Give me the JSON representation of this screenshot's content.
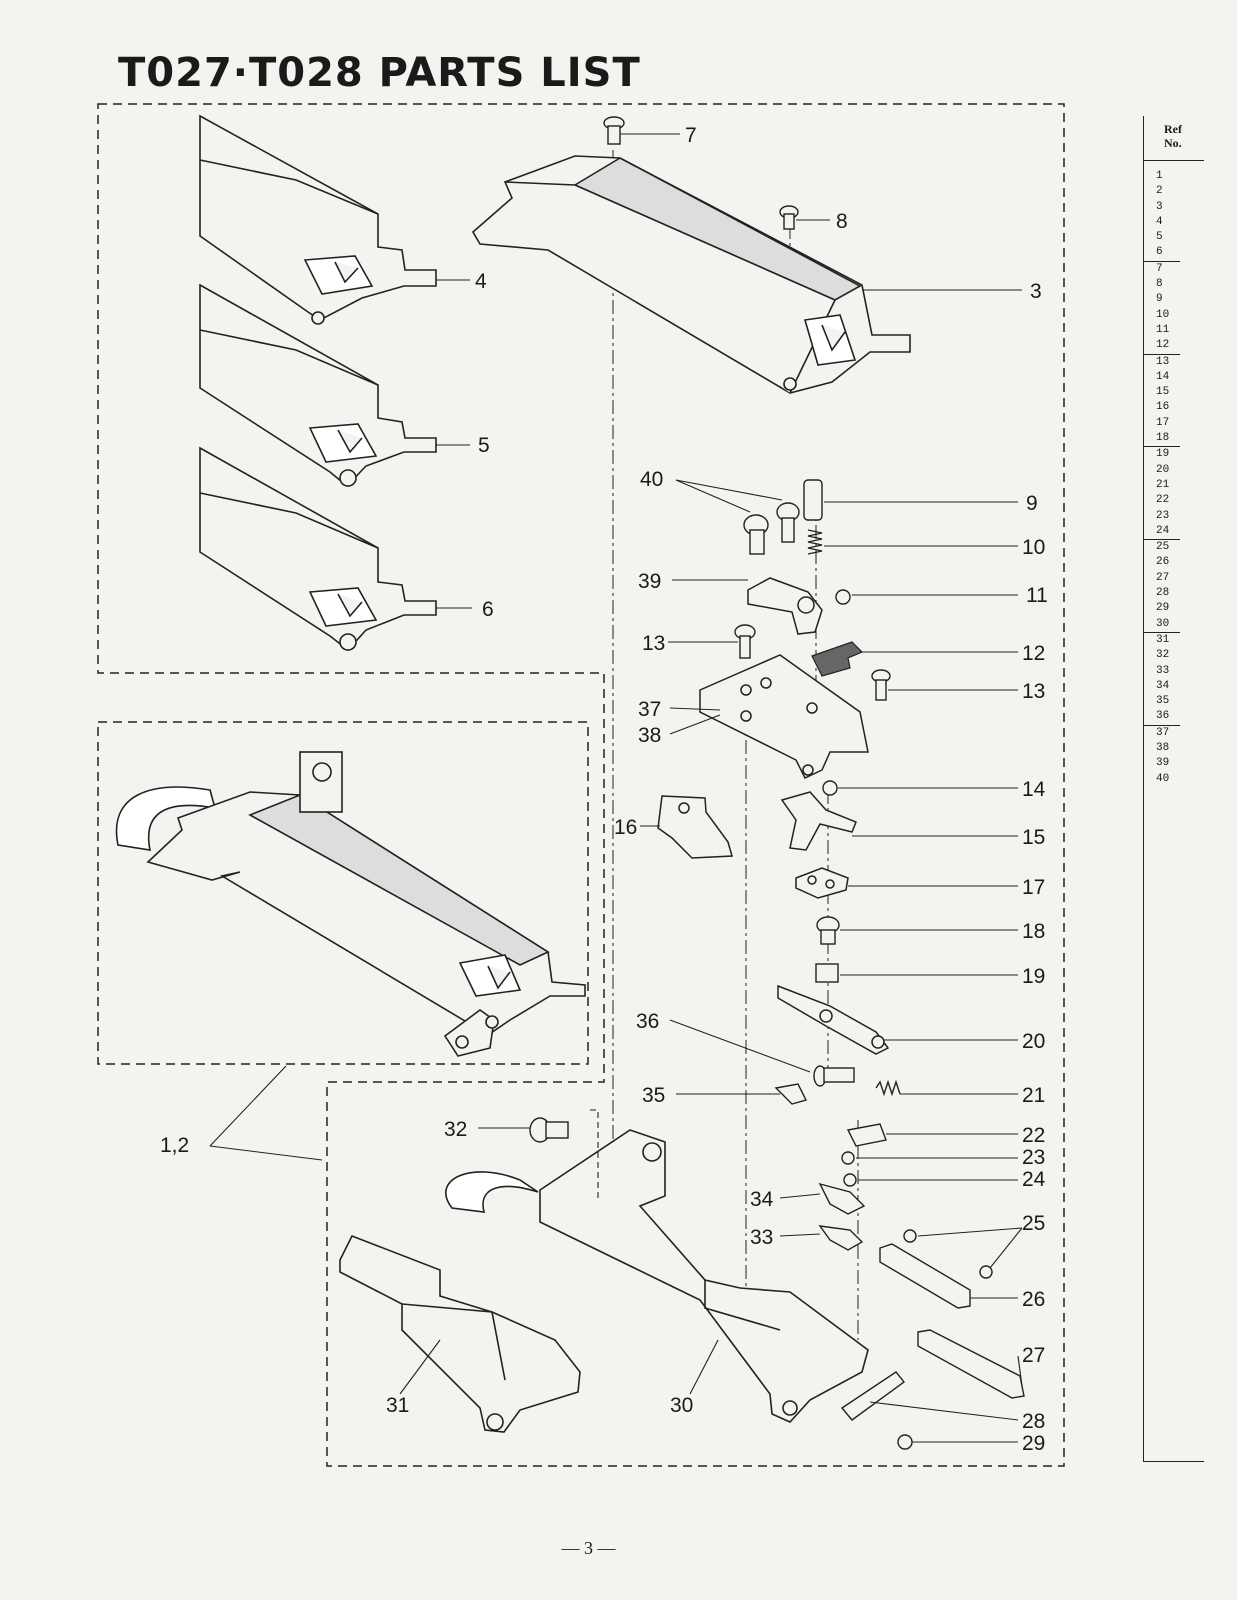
{
  "document": {
    "title": "T027·T028 PARTS LIST",
    "page_number": "— 3 —"
  },
  "callouts": [
    "1,2",
    "3",
    "4",
    "5",
    "6",
    "7",
    "8",
    "9",
    "10",
    "11",
    "12",
    "13",
    "13",
    "14",
    "15",
    "16",
    "17",
    "18",
    "19",
    "20",
    "21",
    "22",
    "23",
    "24",
    "25",
    "26",
    "27",
    "28",
    "29",
    "30",
    "31",
    "32",
    "33",
    "34",
    "35",
    "36",
    "37",
    "38",
    "39",
    "40"
  ],
  "ref_table": {
    "header": [
      "Ref",
      "No."
    ],
    "rows": [
      "1",
      "2",
      "3",
      "4",
      "5",
      "6",
      "7",
      "8",
      "9",
      "10",
      "11",
      "12",
      "13",
      "14",
      "15",
      "16",
      "17",
      "18",
      "19",
      "20",
      "21",
      "22",
      "23",
      "24",
      "25",
      "26",
      "27",
      "28",
      "29",
      "30",
      "31",
      "32",
      "33",
      "34",
      "35",
      "36",
      "37",
      "38",
      "39",
      "40"
    ]
  }
}
